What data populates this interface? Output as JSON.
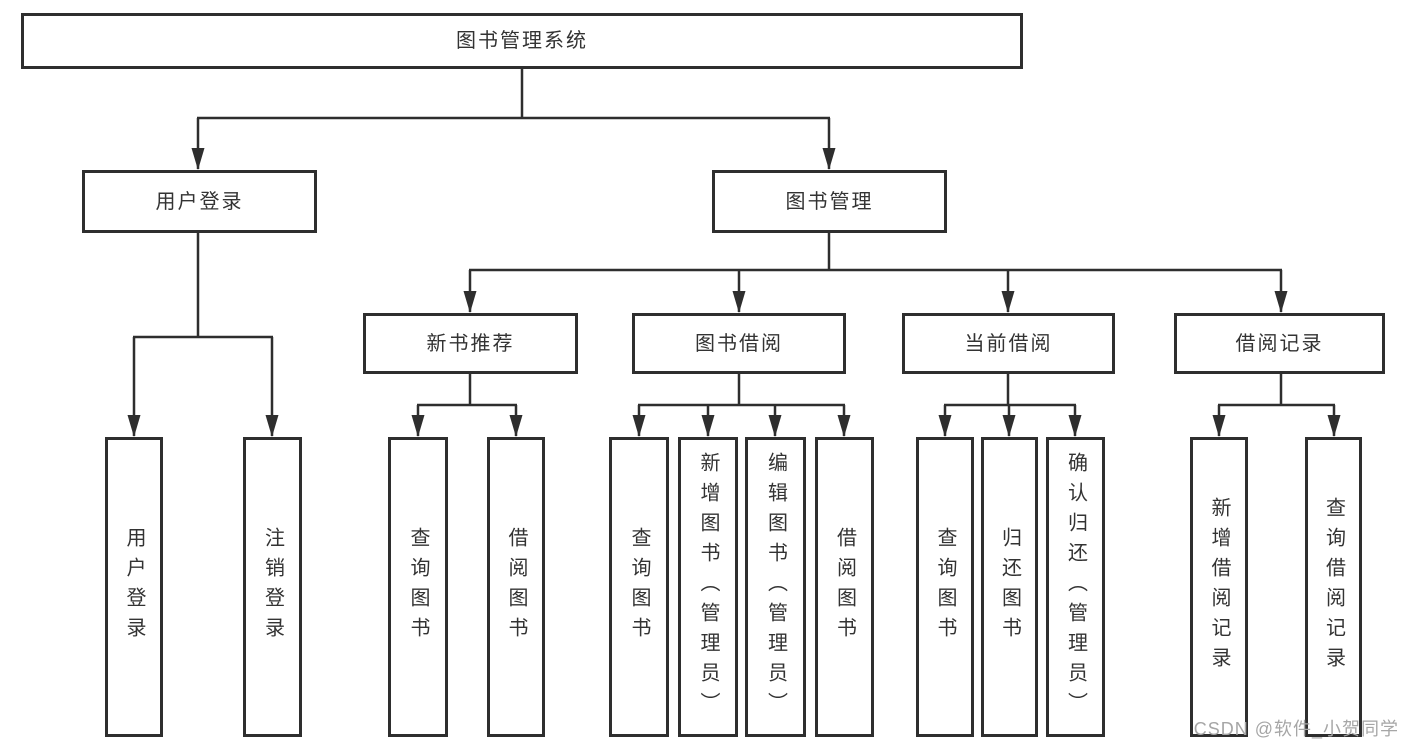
{
  "diagram": {
    "root": {
      "label": "图书管理系统"
    },
    "user_branch": {
      "label": "用户登录",
      "children": [
        {
          "label": "用户登录"
        },
        {
          "label": "注销登录"
        }
      ]
    },
    "book_branch": {
      "label": "图书管理",
      "groups": [
        {
          "label": "新书推荐",
          "children": [
            {
              "label": "查询图书"
            },
            {
              "label": "借阅图书"
            }
          ]
        },
        {
          "label": "图书借阅",
          "children": [
            {
              "label": "查询图书"
            },
            {
              "label": "新增图书（管理员）"
            },
            {
              "label": "编辑图书（管理员）"
            },
            {
              "label": "借阅图书"
            }
          ]
        },
        {
          "label": "当前借阅",
          "children": [
            {
              "label": "查询图书"
            },
            {
              "label": "归还图书"
            },
            {
              "label": "确认归还（管理员）"
            }
          ]
        },
        {
          "label": "借阅记录",
          "children": [
            {
              "label": "新增借阅记录"
            },
            {
              "label": "查询借阅记录"
            }
          ]
        }
      ]
    }
  },
  "watermark": {
    "text": "CSDN @软件_小贺同学"
  },
  "colors": {
    "line": "#2e2e2e",
    "text": "#333333",
    "watermark": "#a6a6a6",
    "background": "#ffffff"
  }
}
